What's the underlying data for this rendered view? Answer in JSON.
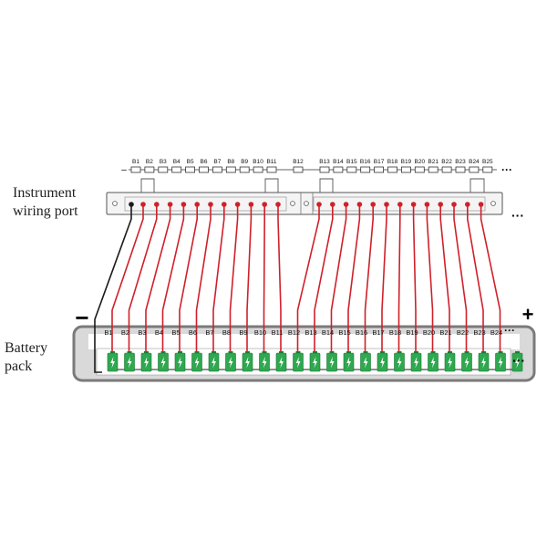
{
  "labels": {
    "port_line1": "Instrument",
    "port_line2": "wiring port",
    "pack_line1": "Battery",
    "pack_line2": "pack",
    "minus": "−",
    "plus": "+",
    "ellipsis": "···",
    "fuse_dash": "–"
  },
  "fuse_labels": [
    "B1",
    "B2",
    "B3",
    "B4",
    "B5",
    "B6",
    "B7",
    "B8",
    "B9",
    "B10",
    "B11",
    "B12",
    "B13",
    "B14",
    "B15",
    "B16",
    "B17",
    "B18",
    "B19",
    "B20",
    "B21",
    "B22",
    "B23",
    "B24",
    "B25"
  ],
  "cell_labels": [
    "B1",
    "B2",
    "B3",
    "B4",
    "B5",
    "B6",
    "B7",
    "B8",
    "B9",
    "B10",
    "B11",
    "B12",
    "B13",
    "B14",
    "B15",
    "B16",
    "B17",
    "B18",
    "B19",
    "B20",
    "B21",
    "B22",
    "B23",
    "B24"
  ],
  "colors": {
    "wire_red": "#d0202a",
    "wire_black": "#1a1a1a",
    "cell_green": "#2fa84f",
    "pack_fill": "#d9d9d9",
    "pack_border": "#7a7a7a",
    "plus_red": "#d41a2a",
    "minus_red": "#d41a2a"
  }
}
